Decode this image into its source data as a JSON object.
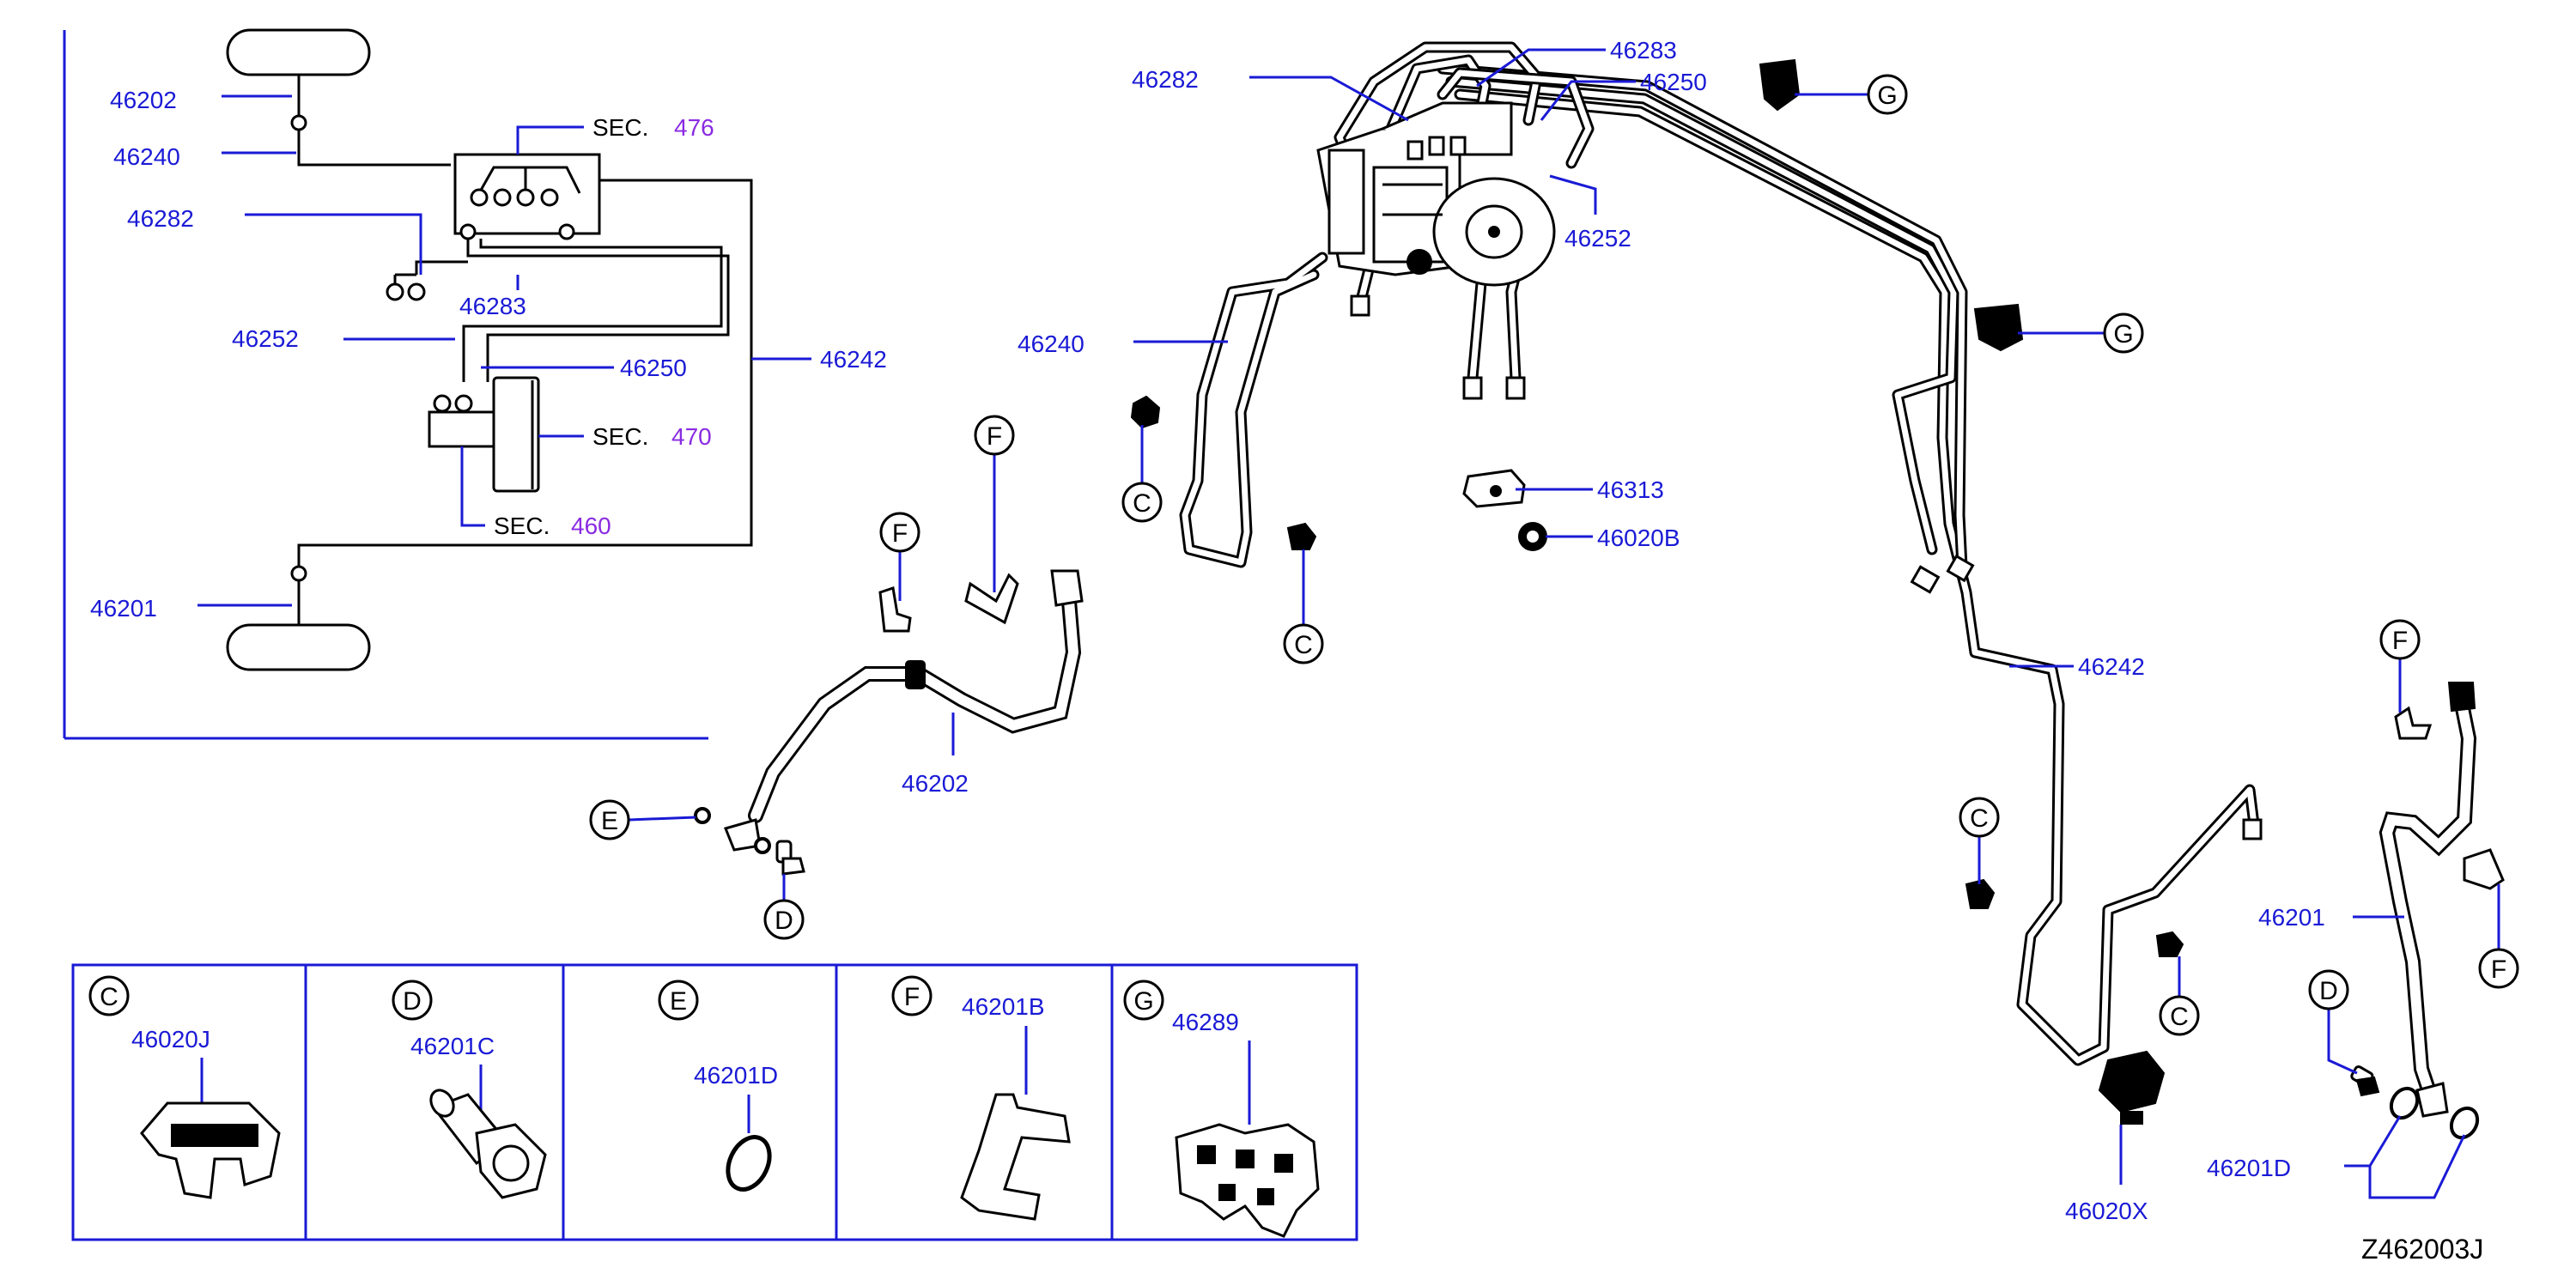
{
  "diagram_id": "Z462003J",
  "schematic": {
    "labels": {
      "p46202": "46202",
      "p46240": "46240",
      "p46282": "46282",
      "p46283": "46283",
      "p46252": "46252",
      "p46250": "46250",
      "p46242": "46242",
      "p46201": "46201"
    },
    "sec_word": "SEC.",
    "sec476": "476",
    "sec470": "470",
    "sec460": "460"
  },
  "main": {
    "p46282": "46282",
    "p46283": "46283",
    "p46250": "46250",
    "p46252": "46252",
    "p46240": "46240",
    "p46313": "46313",
    "p46020B": "46020B",
    "p46202": "46202",
    "p46242": "46242",
    "p46020X": "46020X",
    "p46201": "46201",
    "p46201D": "46201D"
  },
  "callouts": {
    "C": "C",
    "D": "D",
    "E": "E",
    "F": "F",
    "G": "G"
  },
  "legend": [
    {
      "letter": "C",
      "part": "46020J"
    },
    {
      "letter": "D",
      "part": "46201C"
    },
    {
      "letter": "E",
      "part": "46201D"
    },
    {
      "letter": "F",
      "part": "46201B"
    },
    {
      "letter": "G",
      "part": "46289"
    }
  ],
  "colors": {
    "part_number": "#1a1ad6",
    "section_number": "#8a2be2",
    "line": "#000000"
  }
}
